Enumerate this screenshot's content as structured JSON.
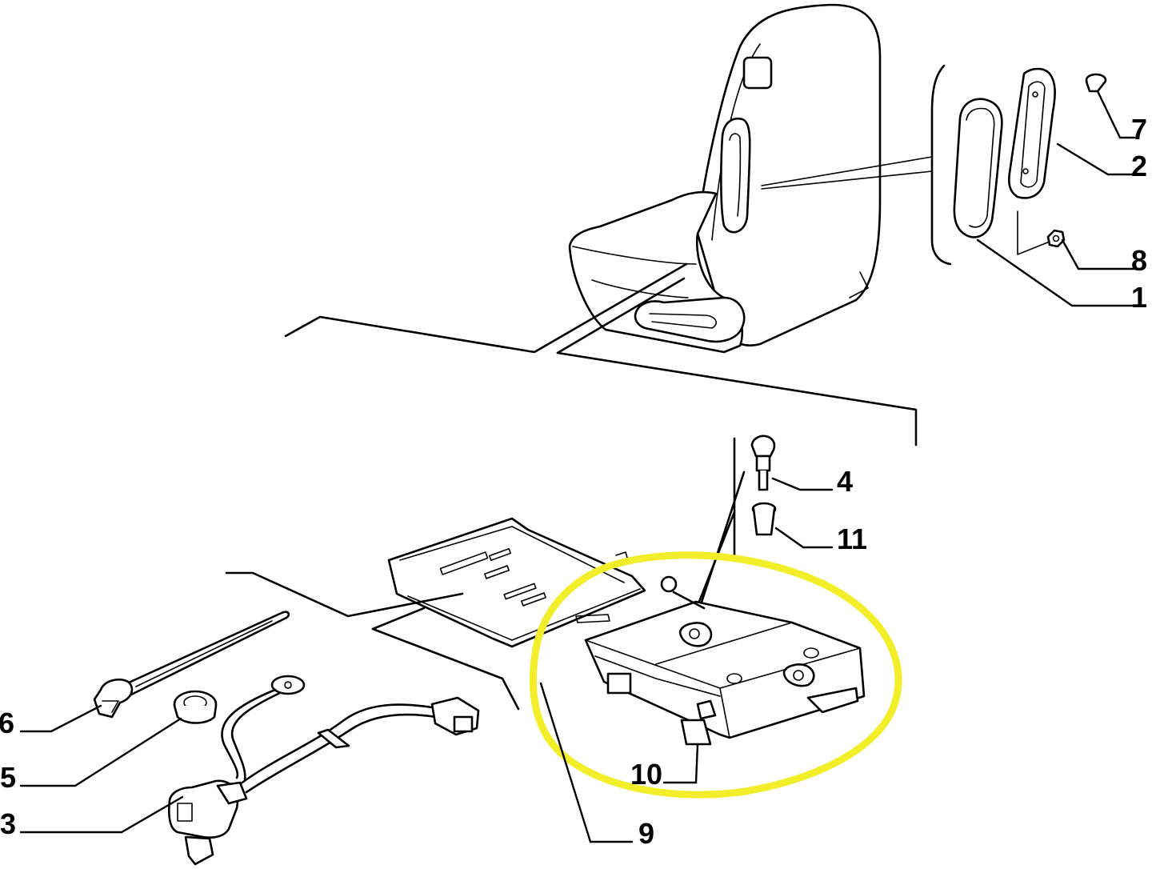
{
  "diagram": {
    "callouts": [
      {
        "id": "c7",
        "label": "7"
      },
      {
        "id": "c2",
        "label": "2"
      },
      {
        "id": "c8",
        "label": "8"
      },
      {
        "id": "c1",
        "label": "1"
      },
      {
        "id": "c4",
        "label": "4"
      },
      {
        "id": "c11",
        "label": "11"
      },
      {
        "id": "c6",
        "label": "6"
      },
      {
        "id": "c5",
        "label": "5"
      },
      {
        "id": "c3",
        "label": "3"
      },
      {
        "id": "c9",
        "label": "9"
      },
      {
        "id": "c10",
        "label": "10"
      }
    ],
    "highlight_color": "#f2ee2a",
    "line_color": "#000000"
  }
}
